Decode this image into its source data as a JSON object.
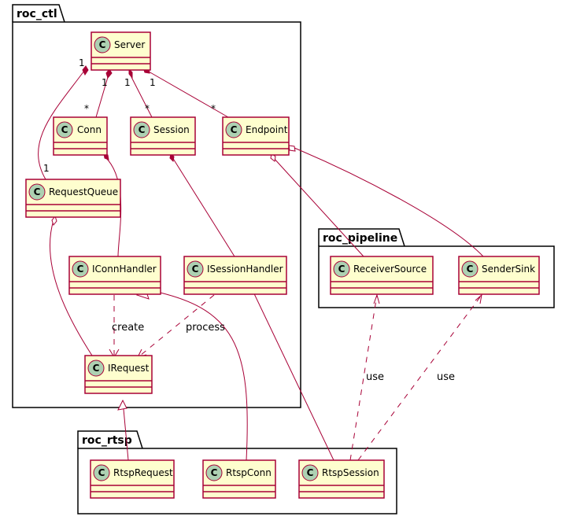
{
  "packages": {
    "roc_ctl": "roc_ctl",
    "roc_pipeline": "roc_pipeline",
    "roc_rtsp": "roc_rtsp"
  },
  "class_marker": "C",
  "classes": {
    "server": "Server",
    "conn": "Conn",
    "session": "Session",
    "endpoint": "Endpoint",
    "request_queue": "RequestQueue",
    "iconn_handler": "IConnHandler",
    "isession_handler": "ISessionHandler",
    "irequest": "IRequest",
    "receiver_source": "ReceiverSource",
    "sender_sink": "SenderSink",
    "rtsp_request": "RtspRequest",
    "rtsp_conn": "RtspConn",
    "rtsp_session": "RtspSession"
  },
  "multiplicities": {
    "server_queue_src": "1",
    "server_queue_dst": "1",
    "server_conn_src": "1",
    "server_conn_dst": "*",
    "server_session_src": "1",
    "server_session_dst": "*",
    "server_endpoint_src": "1",
    "server_endpoint_dst": "*"
  },
  "relation_labels": {
    "create": "create",
    "process": "process",
    "use_receiver": "use",
    "use_sender": "use"
  },
  "colors": {
    "class_fill": "#FEFECE",
    "class_border": "#A80036",
    "class_icon": "#ADD1B2",
    "relation": "#A80036"
  }
}
